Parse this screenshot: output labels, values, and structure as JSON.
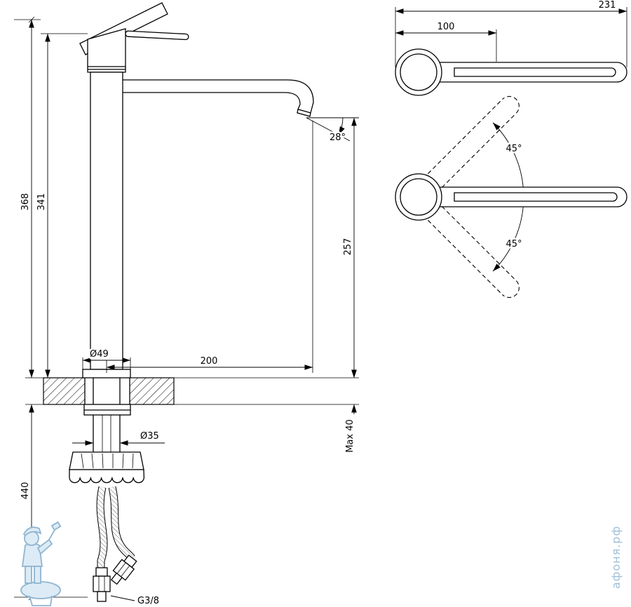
{
  "drawing": {
    "front_view": {
      "dim_total_height": "368",
      "dim_body_height": "341",
      "dim_under_height": "440",
      "dim_base_diameter": "Ø49",
      "dim_spout_reach": "200",
      "dim_spout_angle": "28°",
      "dim_spout_height": "257",
      "dim_max_deck": "Max 40",
      "dim_shank_diameter": "Ø35",
      "dim_hose_thread": "G3/8"
    },
    "top_view": {
      "dim_total_length": "231",
      "dim_handle_length": "100"
    },
    "swivel_view": {
      "dim_angle_up": "45°",
      "dim_angle_down": "45°"
    },
    "watermark": {
      "brand": "афоня.рф"
    }
  }
}
